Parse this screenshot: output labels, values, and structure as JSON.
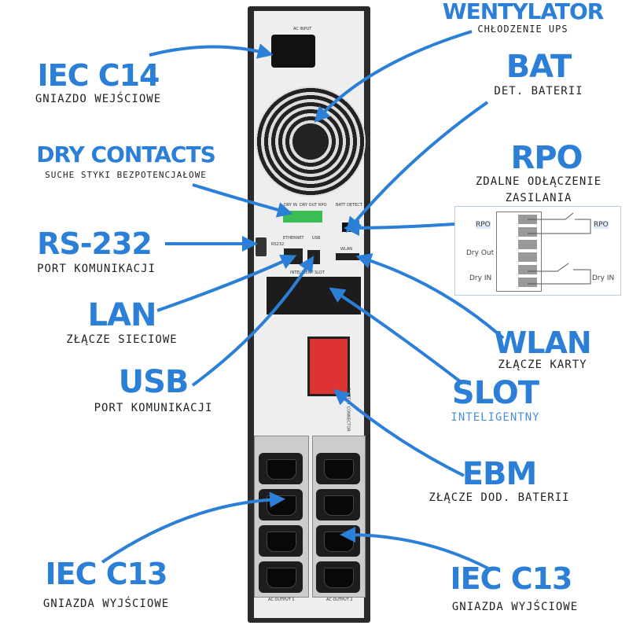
{
  "labels": {
    "fan": {
      "title": "WENTYLATOR",
      "sub": "CHŁODZENIE UPS"
    },
    "c14": {
      "title": "IEC C14",
      "sub": "GNIAZDO WEJŚCIOWE"
    },
    "bat": {
      "title": "BAT",
      "sub": "DET. BATERII"
    },
    "dry": {
      "title": "DRY CONTACTS",
      "sub": "SUCHE STYKI BEZPOTENCJAŁOWE"
    },
    "rpo": {
      "title": "RPO",
      "sub": "ZDALNE ODŁĄCZENIE",
      "sub2": "ZASILANIA"
    },
    "rs232": {
      "title": "RS-232",
      "sub": "PORT KOMUNIKACJI"
    },
    "lan": {
      "title": "LAN",
      "sub": "ZŁĄCZE SIECIOWE"
    },
    "usb": {
      "title": "USB",
      "sub": "PORT KOMUNIKACJI"
    },
    "wlan": {
      "title": "WLAN",
      "sub": "ZŁĄCZE KARTY"
    },
    "slot": {
      "title": "SLOT",
      "sub": "INTELIGENTNY"
    },
    "ebm": {
      "title": "EBM",
      "sub": "ZŁĄCZE DOD. BATERII"
    },
    "c13l": {
      "title": "IEC C13",
      "sub": "GNIAZDA WYJŚCIOWE"
    },
    "c13r": {
      "title": "IEC C13",
      "sub": "GNIAZDA WYJŚCIOWE"
    }
  },
  "inset": {
    "rpo_left": "RPO",
    "rpo_right": "RPO",
    "dry_out": "Dry Out",
    "dry_in_left": "Dry IN",
    "dry_in_right": "Dry IN"
  },
  "device": {
    "ac_input": "AC INPUT",
    "ethernet": "ETHERNET",
    "usb": "USB",
    "wlan": "WLAN",
    "rs232": "RS232",
    "slot": "INTELIGENT SLOT",
    "batt_detect": "BATT DETECT",
    "dry_in": "DRY IN",
    "dry_out": "DRY OUT",
    "rpo": "RPO",
    "battery_connector": "BATTERY CONNECTOR",
    "out1": "AC OUTPUT 1",
    "out2": "AC OUTPUT 2"
  },
  "colors": {
    "accent": "#2b7fd6"
  }
}
